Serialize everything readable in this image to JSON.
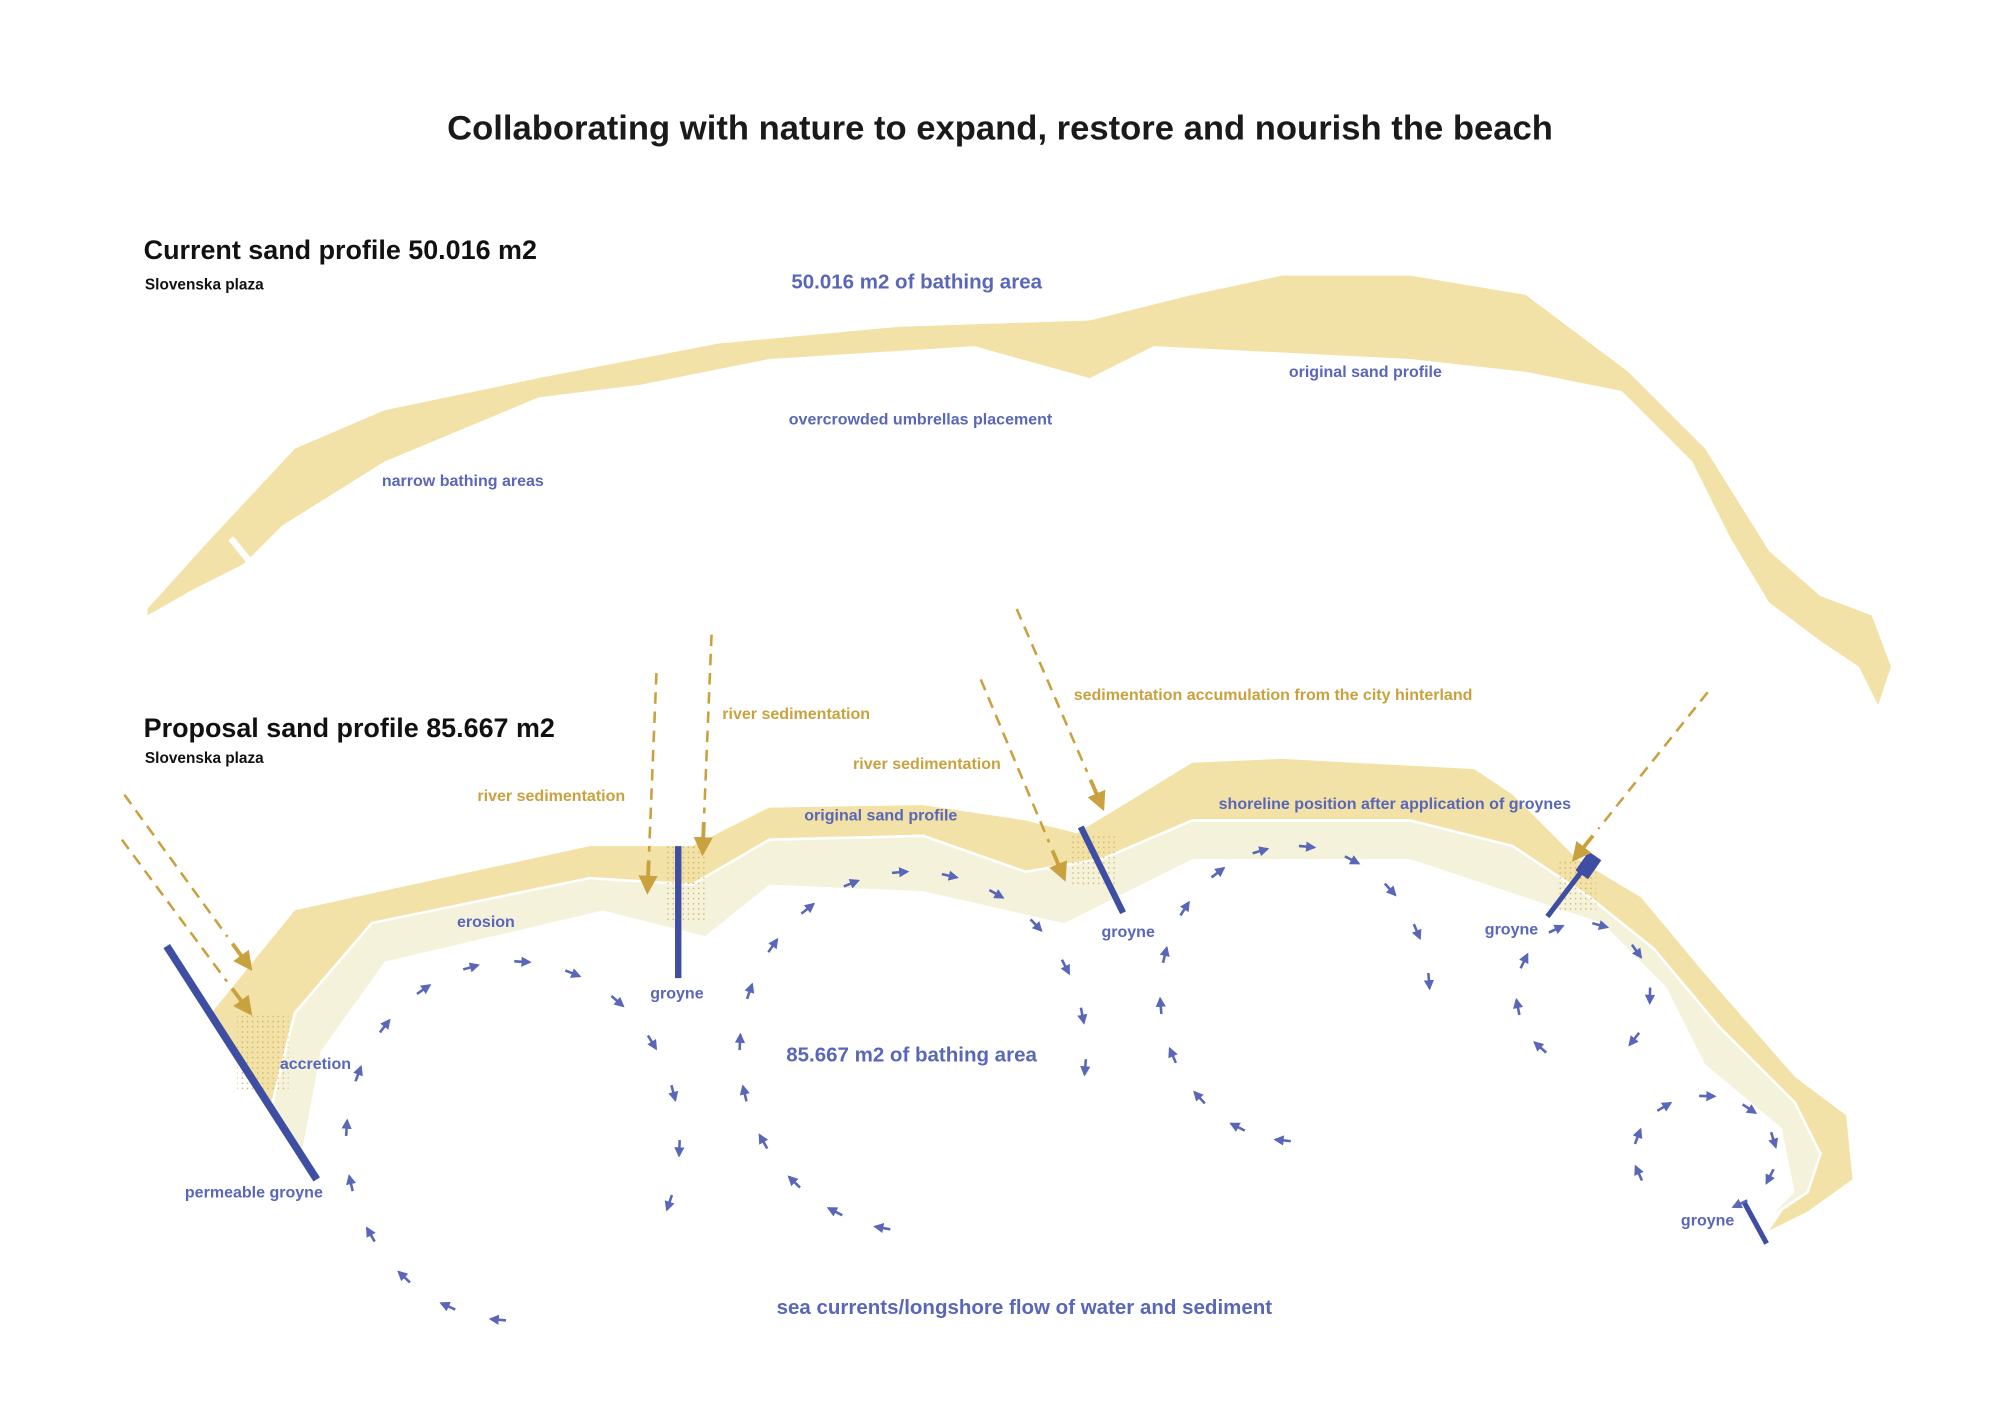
{
  "title": "Collaborating with nature to expand, restore and nourish the beach",
  "current": {
    "heading": "Current sand profile 50.016 m2",
    "location": "Slovenska plaza",
    "labels": {
      "bathing_area": "50.016 m2 of bathing area",
      "original_profile": "original sand profile",
      "overcrowded": "overcrowded umbrellas placement",
      "narrow": "narrow bathing areas"
    }
  },
  "proposal": {
    "heading": "Proposal sand profile 85.667 m2",
    "location": "Slovenska plaza",
    "labels": {
      "river_sed_1": "river sedimentation",
      "river_sed_2": "river sedimentation",
      "river_sed_3": "river sedimentation",
      "hinterland": "sedimentation accumulation from the city hinterland",
      "original_profile": "original sand profile",
      "shoreline": "shoreline position after application of groynes",
      "erosion": "erosion",
      "accretion": "accretion",
      "permeable_groyne": "permeable groyne",
      "groyne_1": "groyne",
      "groyne_2": "groyne",
      "groyne_3": "groyne",
      "groyne_4": "groyne",
      "bathing_area": "85.667 m2 of bathing area",
      "currents": "sea currents/longshore flow of water and sediment"
    }
  },
  "colors": {
    "sand": "#f2e2a8",
    "sand_light": "#f5f2dc",
    "blue_text": "#5a66b8",
    "groyne": "#3d4ea3",
    "sediment": "#c9a23f"
  }
}
